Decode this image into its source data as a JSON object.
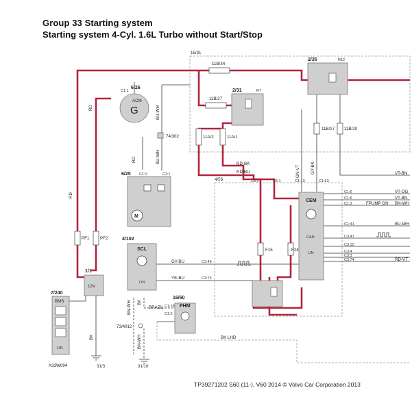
{
  "header": {
    "group_title": "Group 33 Starting system",
    "subtitle": "Starting system 4-Cyl. 1.6L Turbo without Start/Stop"
  },
  "components": {
    "acm": {
      "ref": "6/26",
      "name": "ACM",
      "glyph": "G",
      "pin": "C1:1"
    },
    "starter": {
      "ref": "6/25",
      "pin1": "C1:1",
      "pin2": "C2:1",
      "glyph": "M"
    },
    "relay_2_35": {
      "ref": "2/35",
      "r": "R12"
    },
    "relay_2_31": {
      "ref": "2/31",
      "r": "R7"
    },
    "box_15_31": {
      "ref": "15/31"
    },
    "box_4_56": {
      "ref": "4/56"
    },
    "cem": {
      "name": "CEM",
      "pin_top": "C1:13",
      "pin_top2": "C1:63"
    },
    "scl": {
      "ref": "4/102",
      "name": "SCL",
      "sub": "LIN"
    },
    "phm": {
      "ref": "16/60",
      "name": "PHM",
      "pin1": "C1:18",
      "pin2": "C1:5"
    },
    "bms": {
      "ref": "7/240",
      "name": "BMS",
      "sub": "LIN"
    },
    "battery": {
      "ref": "1/1",
      "label": "12V"
    },
    "splice": {
      "ref": "74/302"
    },
    "ground_73": {
      "ref": "73/4012"
    }
  },
  "fuses": {
    "f11b34": "11B/34",
    "f11b27": "11B/27",
    "f11a2": "11A/2",
    "f11a1": "11A/1",
    "f11b17": "11B/17",
    "f11b20": "11B/20",
    "pf1": "PF1",
    "pf2": "PF2",
    "f15": "F15",
    "f24": "F24"
  },
  "wires": {
    "rd": "RD",
    "buwh": "BU-WH",
    "rdbk": "RD-BK",
    "rdbu": "RD-BU",
    "gnvt": "GN-VT",
    "gybk": "GY-BK",
    "gybu": "GY-BU",
    "yebu": "YE-BU",
    "bnwh": "BN-WH",
    "bk": "BK",
    "brazil": "BRAZIL",
    "bklhd": "BK  LHD",
    "vtog": "VT-OG",
    "vtbn": "VT-BN",
    "bnwh2": "BN-WH",
    "buwh2": "BU-WH",
    "rdvt": "RD-VT",
    "vtbn_top": "VT-BN",
    "fpump": "FPUMP ON"
  },
  "pins": {
    "cs2": "C5:2",
    "cs1": "C5:1",
    "c346": "C3:46",
    "c376": "C3:76",
    "c16": "C1:6",
    "c15": "C1:5",
    "c13": "C1:3",
    "c141": "C1:41",
    "c347": "C3:47",
    "c310": "C3:10",
    "c34": "C3:4",
    "c33": "C3:3",
    "c374": "C3:74",
    "can": "CAN",
    "lin": "LIN"
  },
  "grounds": {
    "g313": "31/3",
    "g3110": "31/10"
  },
  "figure_id": "A33W094",
  "footer": "TP39271202 S60 (11-), V60 2014 © Volvo Car Corporation 2013"
}
